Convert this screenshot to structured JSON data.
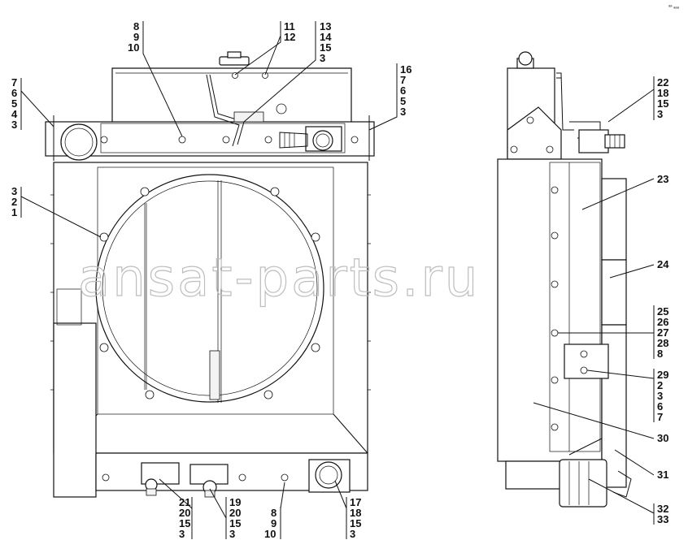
{
  "watermark": "ansat-parts.ru",
  "corner_mark": "ᵃᵃ ₐₐₐ",
  "callouts": {
    "g_8_9_10_top": [
      "8",
      "9",
      "10"
    ],
    "g_11_12": [
      "11",
      "12"
    ],
    "g_13_14_15_3": [
      "13",
      "14",
      "15",
      "3"
    ],
    "g_16_7_6_5_3": [
      "16",
      "7",
      "6",
      "5",
      "3"
    ],
    "g_7_6_5_4_3": [
      "7",
      "6",
      "5",
      "4",
      "3"
    ],
    "g_3_2_1": [
      "3",
      "2",
      "1"
    ],
    "g_21_20_15_3": [
      "21",
      "20",
      "15",
      "3"
    ],
    "g_19_20_15_3": [
      "19",
      "20",
      "15",
      "3"
    ],
    "g_8_9_10_bottom": [
      "8",
      "9",
      "10"
    ],
    "g_17_18_15_3": [
      "17",
      "18",
      "15",
      "3"
    ],
    "g_22_18_15_3": [
      "22",
      "18",
      "15",
      "3"
    ],
    "g_25_26_27_28_8": [
      "25",
      "26",
      "27",
      "28",
      "8"
    ],
    "g_29_2_3_6_7": [
      "29",
      "2",
      "3",
      "6",
      "7"
    ],
    "g_32_33": [
      "32",
      "33"
    ],
    "single_23": "23",
    "single_24": "24",
    "single_30": "30",
    "single_31": "31"
  }
}
